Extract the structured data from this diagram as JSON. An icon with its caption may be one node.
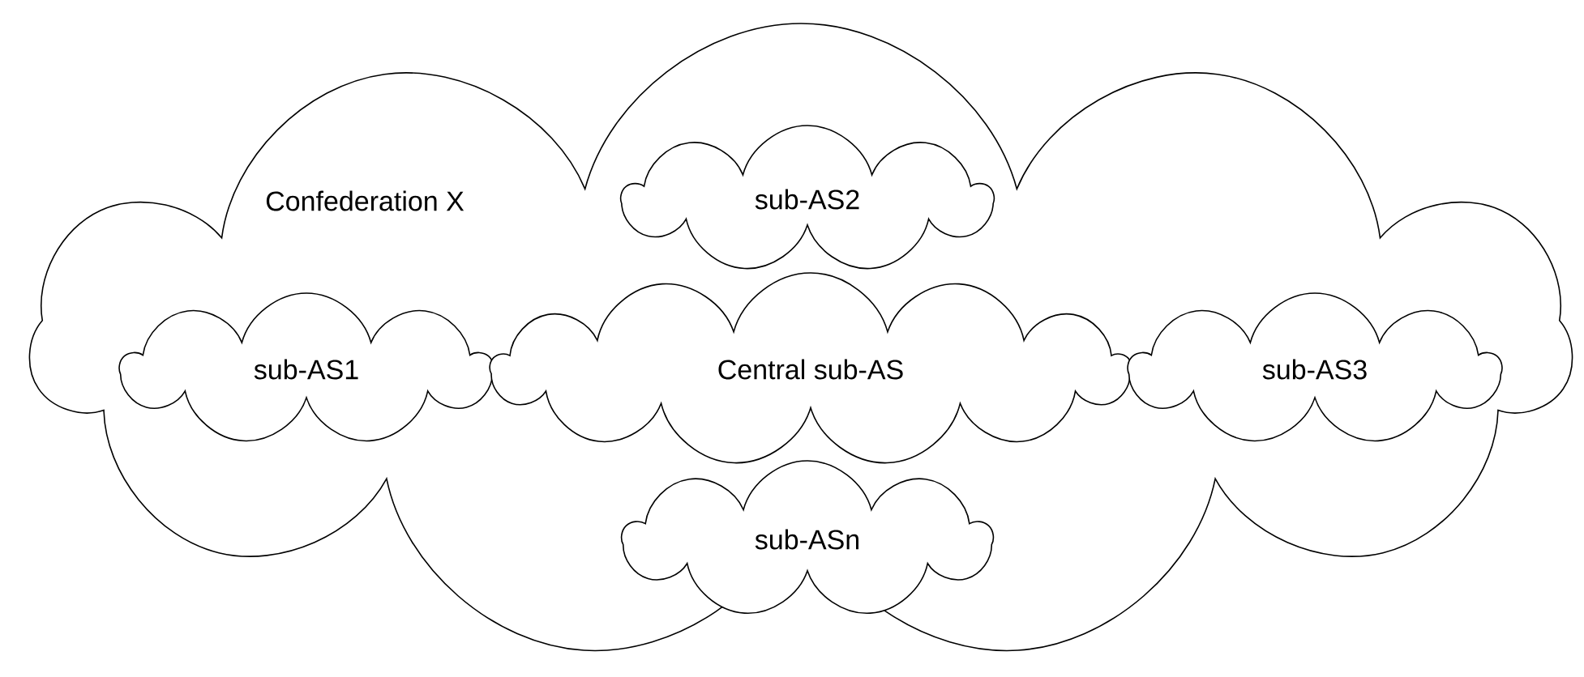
{
  "diagram": {
    "nodes": [
      {
        "text": [
          "Confederation X"
        ]
      },
      {
        "text": [
          "sub-AS2"
        ],
        "in": 0
      },
      {
        "text": [
          "sub-AS1"
        ],
        "in": 0
      },
      {
        "text": [
          "Central sub-AS"
        ],
        "in": 0
      },
      {
        "text": [
          "sub-AS3"
        ],
        "in": 0
      },
      {
        "text": [
          "sub-ASn"
        ],
        "in": 0
      }
    ]
  }
}
